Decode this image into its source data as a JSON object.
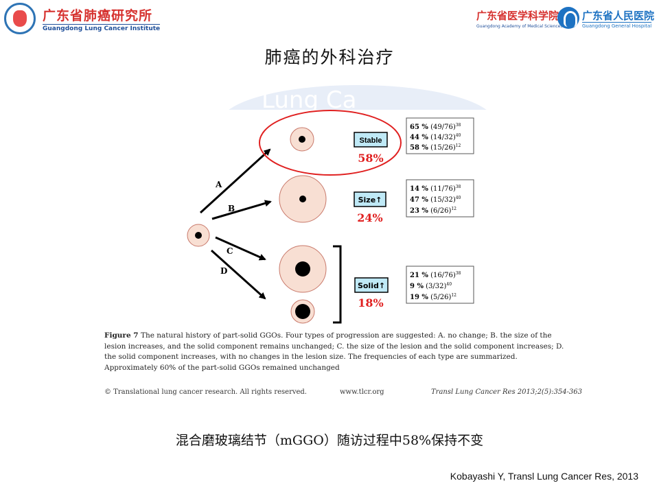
{
  "header": {
    "left_logo": {
      "cn": "广东省肺癌研究所",
      "en": "Guangdong Lung Cancer Institute"
    },
    "mid_logo": {
      "cn": "广东省医学科学院",
      "en": "Guangdong Academy of Medical Sciences"
    },
    "right_logo": {
      "cn": "广东省人民医院",
      "en": "Guangdong General Hospital"
    }
  },
  "title": "肺癌的外科治疗",
  "figure": {
    "watermark": "Lung Ca",
    "paths": [
      "A",
      "B",
      "C",
      "D"
    ],
    "groups": [
      {
        "label": "Stable",
        "percent": "58%",
        "rows": [
          {
            "pct": "65 %",
            "frac": "(49/76)",
            "ref": "38"
          },
          {
            "pct": "44 %",
            "frac": "(14/32)",
            "ref": "40"
          },
          {
            "pct": "58 %",
            "frac": "(15/26)",
            "ref": "12"
          }
        ]
      },
      {
        "label": "Size↑",
        "percent": "24%",
        "rows": [
          {
            "pct": "14 %",
            "frac": "(11/76)",
            "ref": "38"
          },
          {
            "pct": "47 %",
            "frac": "(15/32)",
            "ref": "40"
          },
          {
            "pct": "23 %",
            "frac": "(6/26)",
            "ref": "12"
          }
        ]
      },
      {
        "label": "Solid↑",
        "percent": "18%",
        "rows": [
          {
            "pct": "21 %",
            "frac": "(16/76)",
            "ref": "38"
          },
          {
            "pct": "9 %",
            "frac": "(3/32)",
            "ref": "40"
          },
          {
            "pct": "19 %",
            "frac": "(5/26)",
            "ref": "12"
          }
        ]
      }
    ],
    "caption_label": "Figure 7",
    "caption_text": "The natural history of part-solid GGOs. Four types of progression are suggested: A. no change; B. the size of the lesion increases, and the solid component remains unchanged; C. the size of the lesion and the solid component increases; D. the solid component increases, with no changes in the lesion size. The frequencies of each type are summarized. Approximately 60% of the part-solid GGOs remained unchanged",
    "footer_left": "© Translational lung cancer research. All rights reserved.",
    "footer_mid": "www.tlcr.org",
    "footer_right": "Transl Lung Cancer Res 2013;2(5):354-363"
  },
  "bottom_text": "混合磨玻璃结节（mGGO）随访过程中58%保持不变",
  "citation": "Kobayashi Y, Transl Lung Cancer Res, 2013",
  "colors": {
    "highlight_red": "#e02020",
    "label_box": "#bfe9f6",
    "lesion_fill": "#f8dfd3",
    "lesion_stroke": "#c8786a"
  }
}
